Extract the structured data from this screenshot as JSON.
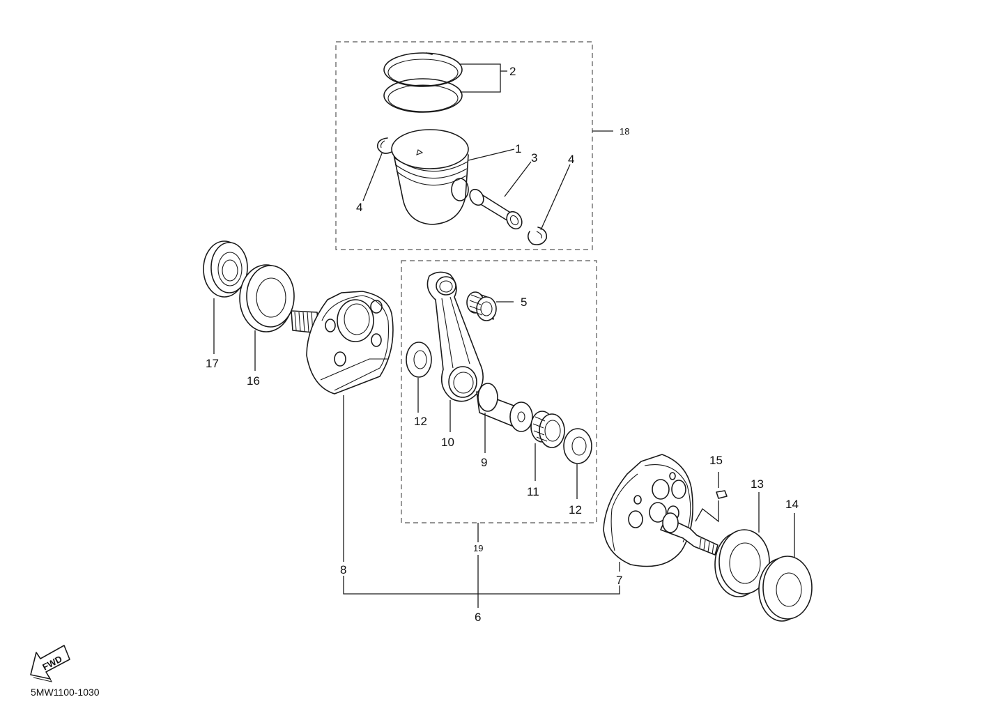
{
  "callouts": {
    "c1": "1",
    "c2": "2",
    "c3": "3",
    "c4a": "4",
    "c4b": "4",
    "c5": "5",
    "c6": "6",
    "c7": "7",
    "c8": "8",
    "c9": "9",
    "c10": "10",
    "c11": "11",
    "c12a": "12",
    "c12b": "12",
    "c13": "13",
    "c14": "14",
    "c15": "15",
    "c16": "16",
    "c17": "17",
    "c18": "18",
    "c19": "19"
  },
  "fwd_label": "FWD",
  "diagram_code": "5MW1100-1030"
}
